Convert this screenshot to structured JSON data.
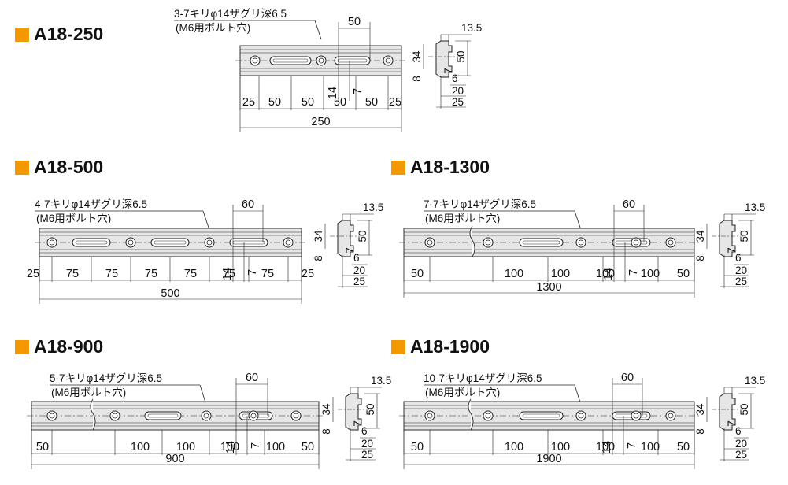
{
  "accent_color": "#f39800",
  "rail_color": "#e6e6e6",
  "rails": [
    {
      "id": "a18-250",
      "title": "A18-250",
      "hole_note": "3-7キリφ14ザグリ深6.5",
      "bolt_note": "(M6用ボルト穴)",
      "slot_pitch": "50",
      "counterbore_dia": "14",
      "hole_dia": "7",
      "spacings": [
        "25",
        "50",
        "50",
        "50",
        "50",
        "25"
      ],
      "total_length": "250"
    },
    {
      "id": "a18-500",
      "title": "A18-500",
      "hole_note": "4-7キリφ14ザグリ深6.5",
      "bolt_note": "(M6用ボルト穴)",
      "slot_pitch": "60",
      "counterbore_dia": "14",
      "hole_dia": "7",
      "spacings": [
        "25",
        "75",
        "75",
        "75",
        "75",
        "75",
        "75",
        "25"
      ],
      "total_length": "500"
    },
    {
      "id": "a18-1300",
      "title": "A18-1300",
      "hole_note": "7-7キリφ14ザグリ深6.5",
      "bolt_note": "(M6用ボルト穴)",
      "slot_pitch": "60",
      "counterbore_dia": "14",
      "hole_dia": "7",
      "spacings": [
        "50",
        "100",
        "100",
        "100",
        "100",
        "50"
      ],
      "total_length": "1300"
    },
    {
      "id": "a18-900",
      "title": "A18-900",
      "hole_note": "5-7キリφ14ザグリ深6.5",
      "bolt_note": "(M6用ボルト穴)",
      "slot_pitch": "60",
      "counterbore_dia": "14",
      "hole_dia": "7",
      "spacings": [
        "50",
        "100",
        "100",
        "100",
        "100",
        "50"
      ],
      "total_length": "900"
    },
    {
      "id": "a18-1900",
      "title": "A18-1900",
      "hole_note": "10-7キリφ14ザグリ深6.5",
      "bolt_note": "(M6用ボルト穴)",
      "slot_pitch": "60",
      "counterbore_dia": "14",
      "hole_dia": "7",
      "spacings": [
        "50",
        "100",
        "100",
        "100",
        "100",
        "50"
      ],
      "total_length": "1900"
    }
  ],
  "section": {
    "width_top": "13.5",
    "height_total": "50",
    "height_upper": "34",
    "height_lower": "8",
    "dim_7": "7",
    "dim_6": "6",
    "dim_20": "20",
    "dim_25": "25"
  }
}
